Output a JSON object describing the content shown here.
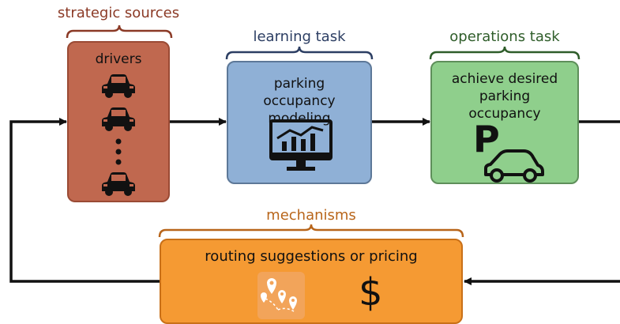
{
  "headers": {
    "strategic": "strategic sources",
    "learning": "learning task",
    "operations": "operations task",
    "mechanisms": "mechanisms"
  },
  "boxes": {
    "drivers": {
      "label": "drivers"
    },
    "learning": {
      "label": "parking occupancy modeling"
    },
    "operations": {
      "label": "achieve desired parking occupancy",
      "parking_letter": "P"
    },
    "mechanisms": {
      "label": "routing suggestions or pricing",
      "pricing_symbol": "$"
    }
  },
  "colors": {
    "strategic_header": "#8b3a26",
    "learning_header": "#2c3e63",
    "operations_header": "#2f5d2a",
    "mechanisms_header": "#b8651a",
    "drivers_fill": "#c0684f",
    "learning_fill": "#8fb0d6",
    "operations_fill": "#8fcf8c",
    "mechanisms_fill": "#f59a33",
    "wire": "#111111"
  },
  "icons": {
    "drivers": "car-icon",
    "learning": "monitor-bar-chart-icon",
    "operations": "parking-car-icon",
    "mechanisms": [
      "map-pins-route-icon",
      "dollar-icon"
    ]
  }
}
